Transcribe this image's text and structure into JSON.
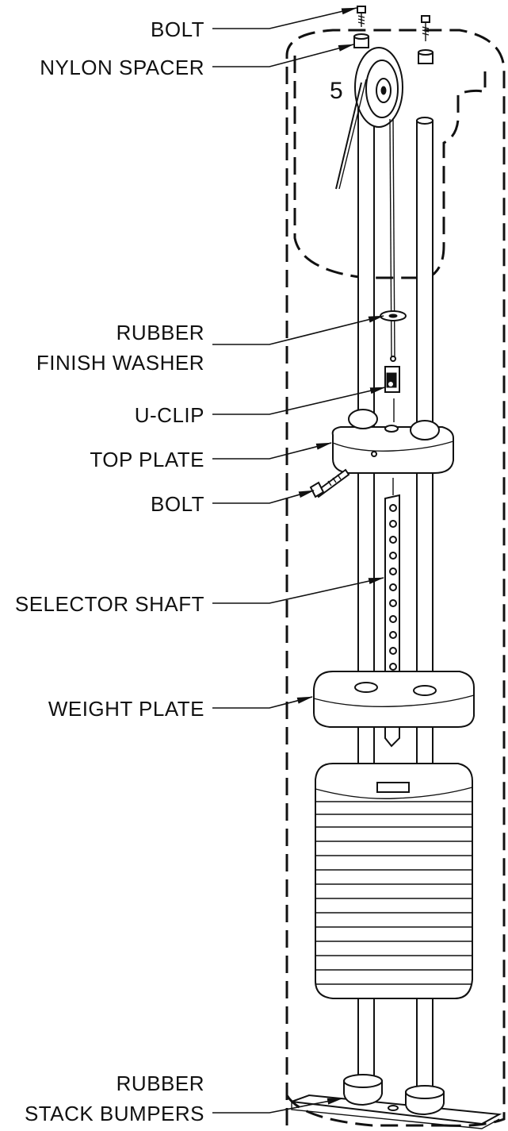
{
  "step_number": "5",
  "labels": {
    "bolt_top": "BOLT",
    "nylon_spacer": "NYLON SPACER",
    "rubber_finish_washer_line1": "RUBBER",
    "rubber_finish_washer_line2": "FINISH WASHER",
    "u_clip": "U-CLIP",
    "top_plate": "TOP PLATE",
    "bolt_side": "BOLT",
    "selector_shaft": "SELECTOR SHAFT",
    "weight_plate": "WEIGHT PLATE",
    "rubber_stack_bumpers_line1": "RUBBER",
    "rubber_stack_bumpers_line2": "STACK BUMPERS"
  },
  "colors": {
    "ink": "#111111",
    "paper": "#ffffff"
  }
}
